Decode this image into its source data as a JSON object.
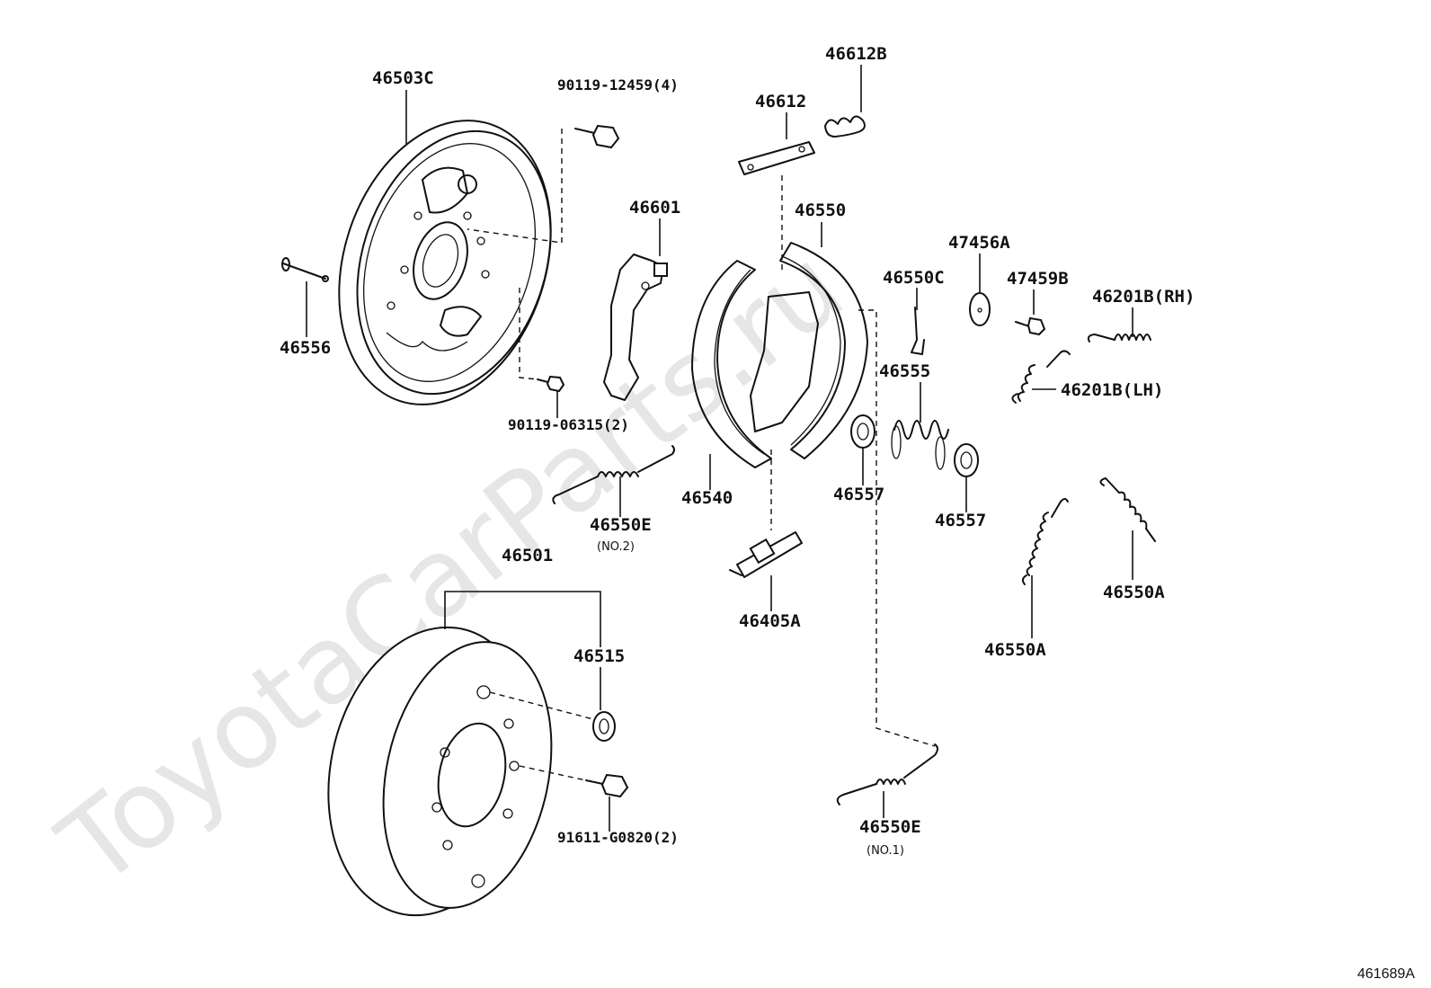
{
  "watermark": "ToyotaCarParts.ru",
  "figure_ref": "461689A",
  "parts": {
    "p46503C": "46503C",
    "p90119_12459": "90119-12459(4)",
    "p46612B": "46612B",
    "p46612": "46612",
    "p46601": "46601",
    "p46550": "46550",
    "p47456A": "47456A",
    "p46550C": "46550C",
    "p47459B": "47459B",
    "p46201B_RH": "46201B(RH)",
    "p46556": "46556",
    "p46555": "46555",
    "p46201B_LH": "46201B(LH)",
    "p90119_06315": "90119-06315(2)",
    "p46557a": "46557",
    "p46557b": "46557",
    "p46540": "46540",
    "p46550E_2": "46550E",
    "no2": "(NO.2)",
    "p46501": "46501",
    "p46405A": "46405A",
    "p46550A_a": "46550A",
    "p46550A_b": "46550A",
    "p46515": "46515",
    "p91611": "91611-G0820(2)",
    "p46550E_1": "46550E",
    "no1": "(NO.1)"
  }
}
